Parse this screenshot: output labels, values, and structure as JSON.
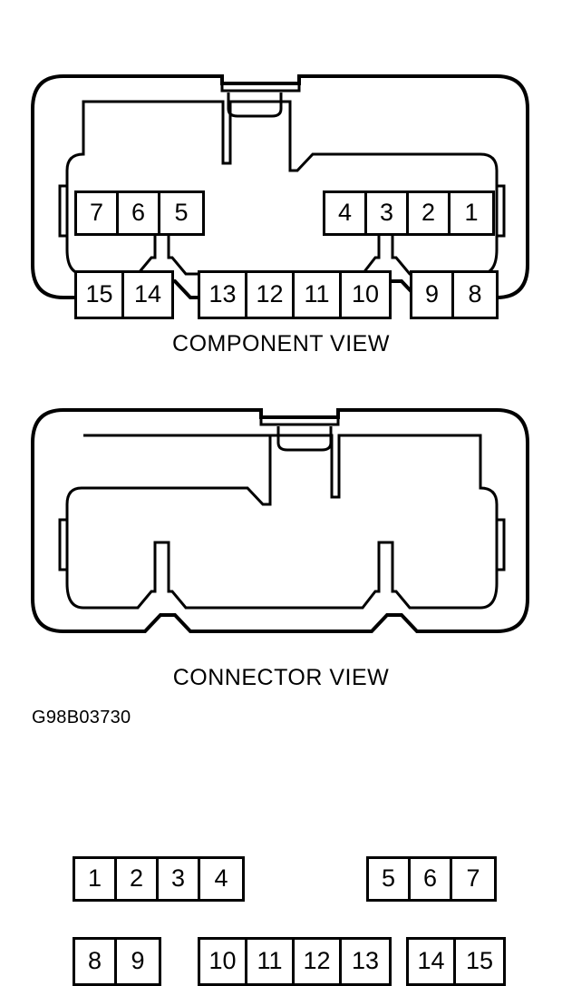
{
  "figure": {
    "id_label": "G98B03730",
    "stroke_color": "#000000",
    "background_color": "#ffffff"
  },
  "views": [
    {
      "name": "component-view",
      "caption": "COMPONENT VIEW",
      "rows": [
        {
          "name": "top-row",
          "blocks": [
            {
              "name": "left-block",
              "pins": [
                "7",
                "6",
                "5"
              ]
            },
            {
              "name": "right-block",
              "pins": [
                "4",
                "3",
                "2",
                "1"
              ]
            }
          ]
        },
        {
          "name": "bottom-row",
          "blocks": [
            {
              "name": "left-block",
              "pins": [
                "15",
                "14"
              ]
            },
            {
              "name": "center-block",
              "pins": [
                "13",
                "12",
                "11",
                "10"
              ]
            },
            {
              "name": "right-block",
              "pins": [
                "9",
                "8"
              ]
            }
          ]
        }
      ]
    },
    {
      "name": "connector-view",
      "caption": "CONNECTOR VIEW",
      "rows": [
        {
          "name": "top-row",
          "blocks": [
            {
              "name": "left-block",
              "pins": [
                "1",
                "2",
                "3",
                "4"
              ]
            },
            {
              "name": "right-block",
              "pins": [
                "5",
                "6",
                "7"
              ]
            }
          ]
        },
        {
          "name": "bottom-row",
          "blocks": [
            {
              "name": "left-block",
              "pins": [
                "8",
                "9"
              ]
            },
            {
              "name": "center-block",
              "pins": [
                "10",
                "11",
                "12",
                "13"
              ]
            },
            {
              "name": "right-block",
              "pins": [
                "14",
                "15"
              ]
            }
          ]
        }
      ]
    }
  ]
}
